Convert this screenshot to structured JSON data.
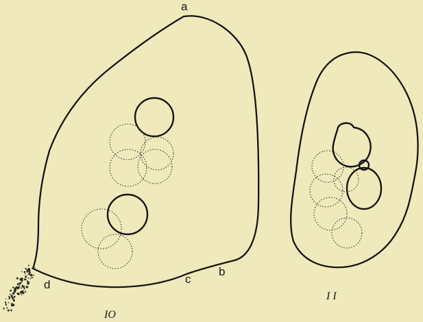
{
  "figure_10": {
    "point_labels": {
      "a": "a",
      "b": "b",
      "c": "c",
      "d": "d"
    },
    "number": "IO"
  },
  "figure_11": {
    "number": "I I"
  },
  "colors": {
    "paper": "#f0e9bb",
    "ink": "#141414"
  }
}
